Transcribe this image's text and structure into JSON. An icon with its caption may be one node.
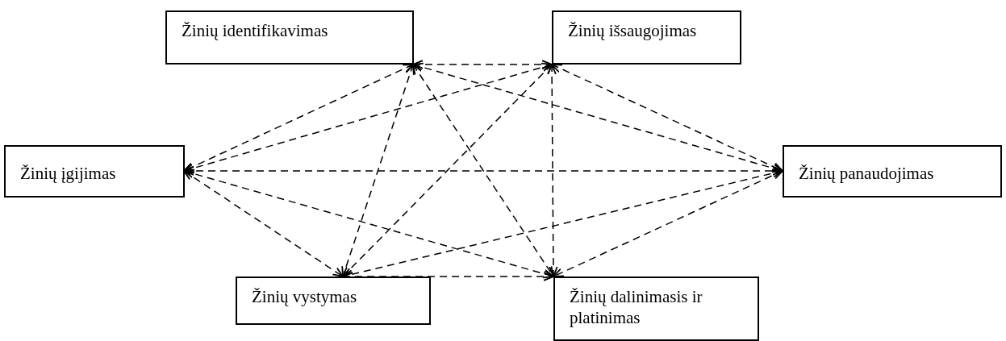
{
  "diagram": {
    "nodes": [
      {
        "text": [
          "Žinių identifikavimas"
        ]
      },
      {
        "text": [
          "Žinių išsaugojimas"
        ]
      },
      {
        "text": [
          "Žinių įgijimas"
        ]
      },
      {
        "text": [
          "Žinių panaudojimas"
        ]
      },
      {
        "text": [
          "Žinių vystymas"
        ]
      },
      {
        "text": [
          "Žinių dalinimasis ir platinimas"
        ]
      }
    ],
    "edges": [
      {
        "from": 0,
        "to": 1,
        "arrow": "both",
        "style": "dashed"
      },
      {
        "from": 0,
        "to": 2,
        "arrow": "both",
        "style": "dashed"
      },
      {
        "from": 0,
        "to": 3,
        "arrow": "both",
        "style": "dashed"
      },
      {
        "from": 0,
        "to": 4,
        "arrow": "both",
        "style": "dashed"
      },
      {
        "from": 0,
        "to": 5,
        "arrow": "both",
        "style": "dashed"
      },
      {
        "from": 1,
        "to": 2,
        "arrow": "both",
        "style": "dashed"
      },
      {
        "from": 1,
        "to": 3,
        "arrow": "both",
        "style": "dashed"
      },
      {
        "from": 1,
        "to": 4,
        "arrow": "both",
        "style": "dashed"
      },
      {
        "from": 1,
        "to": 5,
        "arrow": "both",
        "style": "dashed"
      },
      {
        "from": 2,
        "to": 3,
        "arrow": "both",
        "style": "dashed"
      },
      {
        "from": 2,
        "to": 4,
        "arrow": "both",
        "style": "dashed"
      },
      {
        "from": 2,
        "to": 5,
        "arrow": "both",
        "style": "dashed"
      },
      {
        "from": 3,
        "to": 4,
        "arrow": "both",
        "style": "dashed"
      },
      {
        "from": 3,
        "to": 5,
        "arrow": "both",
        "style": "dashed"
      },
      {
        "from": 4,
        "to": 5,
        "arrow": "both",
        "style": "dashed"
      }
    ]
  }
}
